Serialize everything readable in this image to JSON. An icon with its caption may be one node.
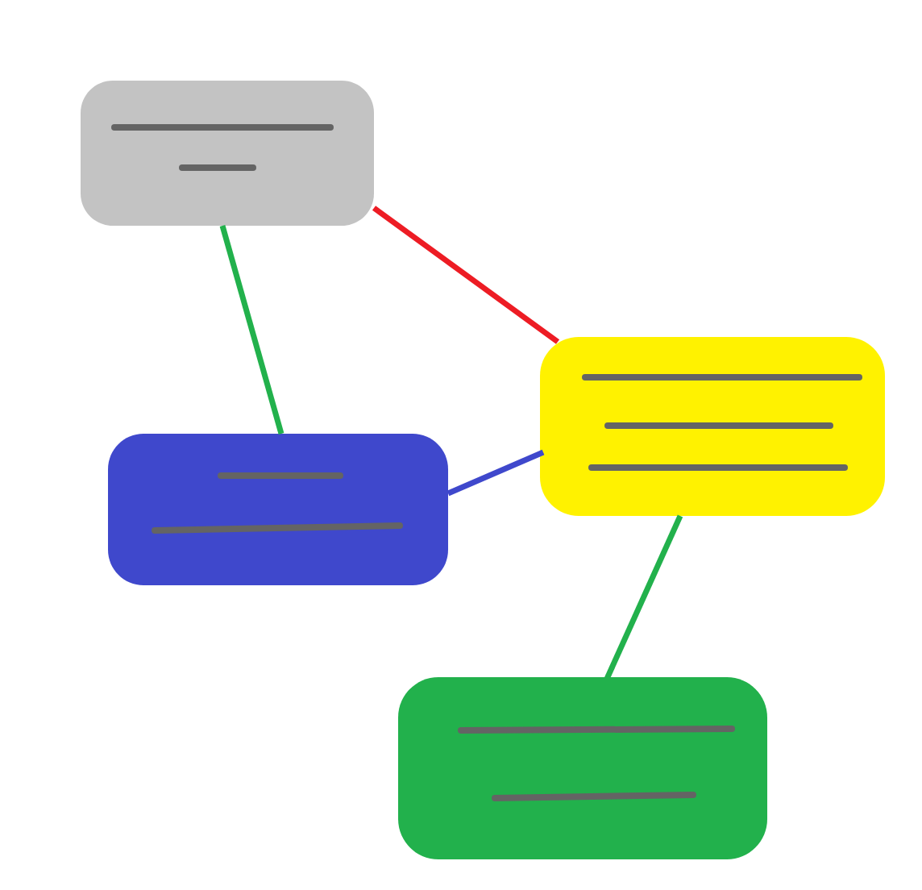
{
  "diagram": {
    "nodes": [
      {
        "text": [],
        "shape": "box"
      },
      {
        "text": [],
        "shape": "box"
      },
      {
        "text": [],
        "shape": "box"
      },
      {
        "text": [],
        "shape": "box"
      }
    ],
    "edges": [
      {
        "from": 0,
        "to": 1,
        "arrow": "none",
        "color": "#ed1c24"
      },
      {
        "from": 0,
        "to": 2,
        "arrow": "none"
      },
      {
        "from": 2,
        "to": 1,
        "arrow": "none",
        "color": "#3f48cc"
      },
      {
        "from": 1,
        "to": 3,
        "arrow": "none"
      }
    ]
  }
}
